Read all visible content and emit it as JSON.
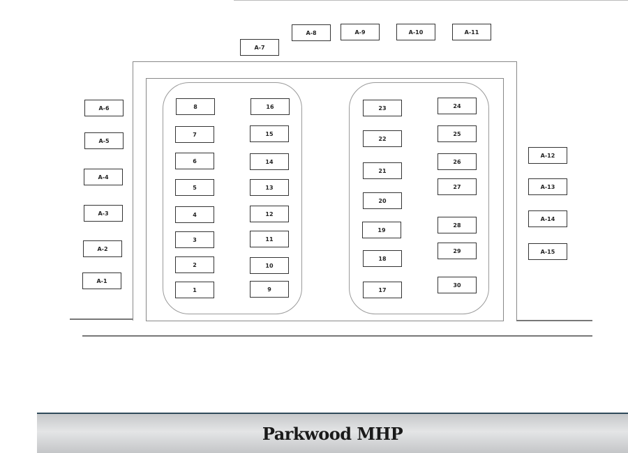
{
  "title": "Parkwood MHP",
  "annex_lots": [
    "A-1",
    "A-2",
    "A-3",
    "A-4",
    "A-5",
    "A-6",
    "A-7",
    "A-8",
    "A-9",
    "A-10",
    "A-11",
    "A-12",
    "A-13",
    "A-14",
    "A-15"
  ],
  "lots": [
    "1",
    "2",
    "3",
    "4",
    "5",
    "6",
    "7",
    "8",
    "9",
    "10",
    "11",
    "12",
    "13",
    "14",
    "15",
    "16",
    "17",
    "18",
    "19",
    "20",
    "21",
    "22",
    "23",
    "24",
    "25",
    "26",
    "27",
    "28",
    "29",
    "30"
  ]
}
